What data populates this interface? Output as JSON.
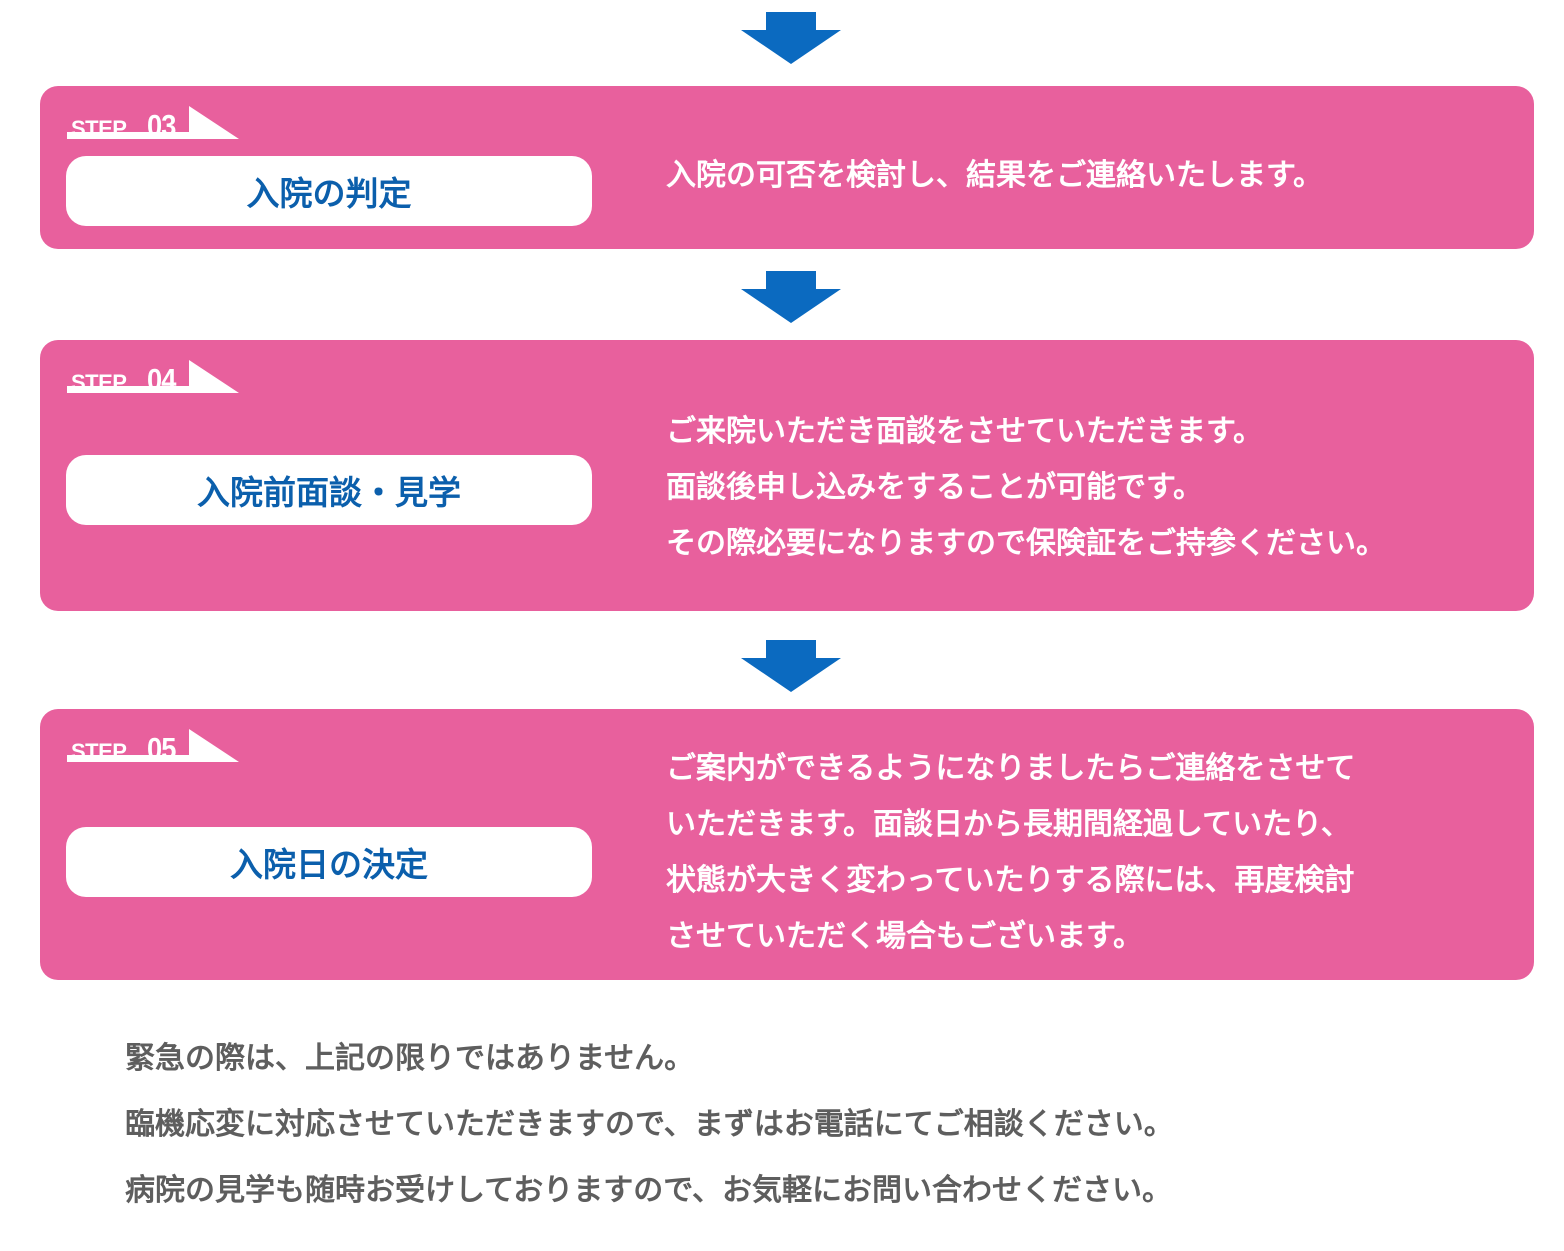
{
  "steps": [
    {
      "step_word": "STEP",
      "step_number": "03",
      "title": "入院の判定",
      "description": [
        "入院の可否を検討し、結果をご連絡いたします。"
      ]
    },
    {
      "step_word": "STEP",
      "step_number": "04",
      "title": "入院前面談・見学",
      "description": [
        "ご来院いただき面談をさせていただきます。",
        "面談後申し込みをすることが可能です。",
        "その際必要になりますので保険証をご持参ください。"
      ]
    },
    {
      "step_word": "STEP",
      "step_number": "05",
      "title": "入院日の決定",
      "description": [
        "ご案内ができるようになりましたらご連絡をさせて",
        "いただきます。面談日から長期間経過していたり、",
        "状態が大きく変わっていたりする際には、再度検討",
        "させていただく場合もございます。"
      ]
    }
  ],
  "notes": [
    "緊急の際は、上記の限りではありません。",
    "臨機応変に対応させていただきますので、まずはお電話にてご相談ください。",
    "病院の見学も随時お受けしておりますので、お気軽にお問い合わせください。"
  ],
  "colors": {
    "step_box": "#e8609d",
    "title_text": "#0b5fac",
    "arrow": "#0b6ac0",
    "note_text": "#5e5e5e"
  },
  "icons": {
    "arrow": "down-arrow-icon",
    "step_tag": "step-label-tab"
  }
}
